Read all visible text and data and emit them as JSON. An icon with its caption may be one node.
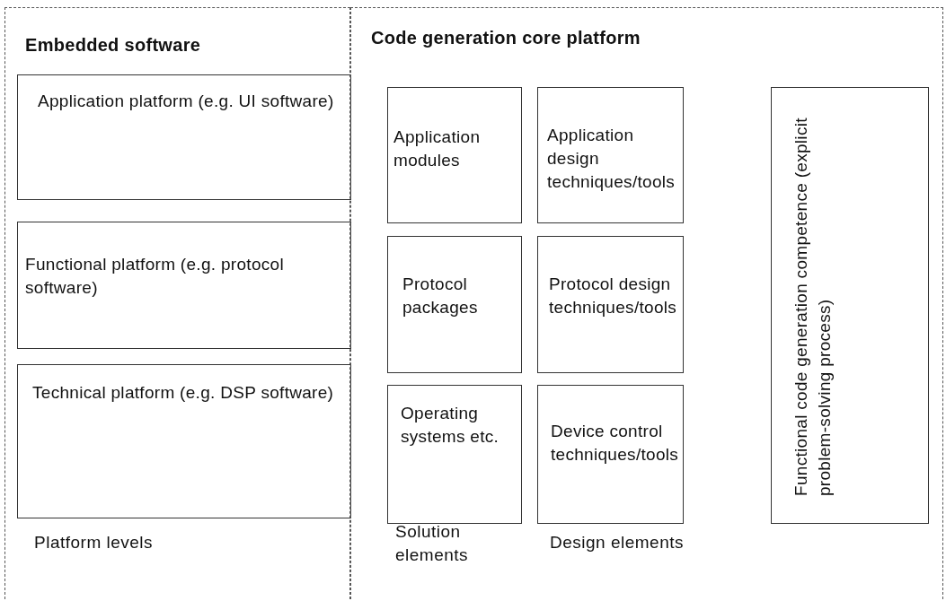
{
  "diagram": {
    "nodes": [
      {
        "text": [
          "Embedded software"
        ]
      },
      {
        "text": [
          "Application platform (e.g. UI software)"
        ],
        "in": 0
      },
      {
        "text": [
          "Functional platform (e.g. protocol software)"
        ],
        "in": 0
      },
      {
        "text": [
          "Technical platform (e.g. DSP software)"
        ],
        "in": 0
      },
      {
        "text": [
          "Code generation core platform"
        ]
      },
      {
        "text": [
          "Application modules"
        ],
        "in": 4
      },
      {
        "text": [
          "Application design techniques/tools"
        ],
        "in": 4
      },
      {
        "text": [
          "Functional code generation competence (explicit problem-solving process)"
        ],
        "in": 4
      },
      {
        "text": [
          "Protocol packages"
        ],
        "in": 4
      },
      {
        "text": [
          "Protocol design techniques/tools"
        ],
        "in": 4
      },
      {
        "text": [
          "Operating systems etc."
        ],
        "in": 4
      },
      {
        "text": [
          "Device control techniques/tools"
        ],
        "in": 4
      }
    ],
    "edges": [],
    "labels": [
      "Platform levels",
      "Solution elements",
      "Design elements"
    ]
  }
}
